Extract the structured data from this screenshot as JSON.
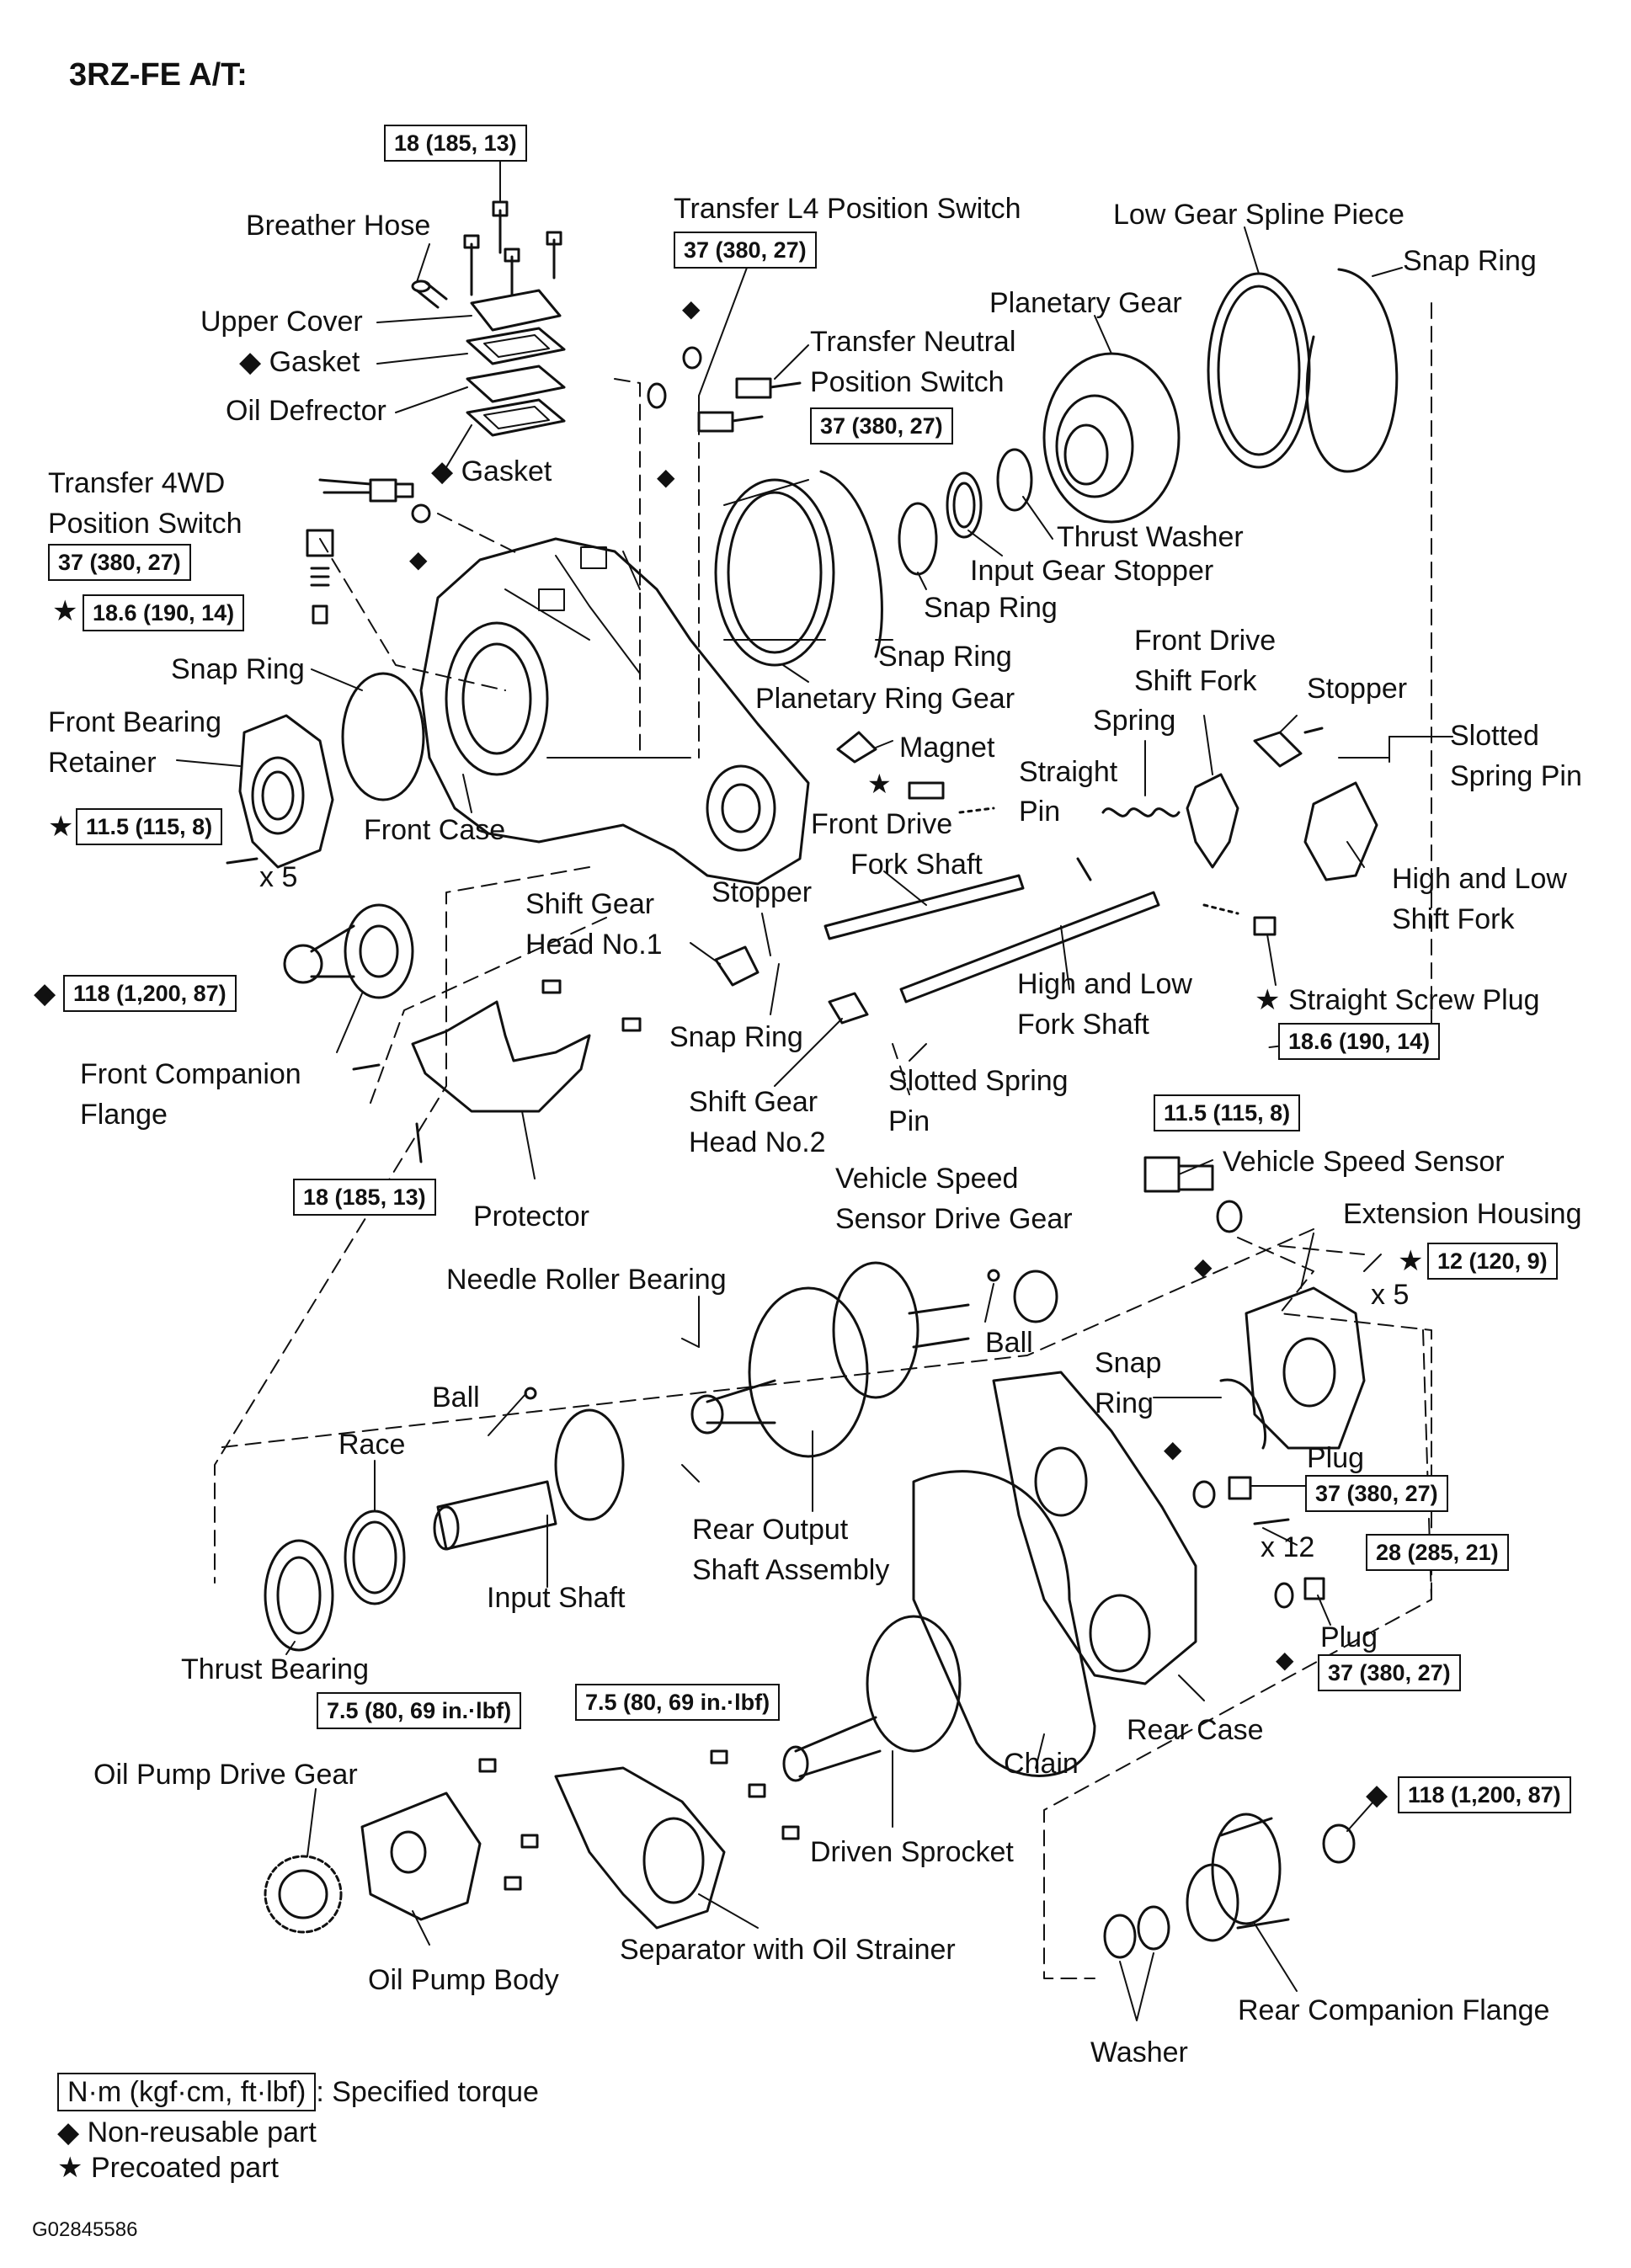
{
  "title": "3RZ-FE  A/T:",
  "figure_code": "G02845586",
  "symbols": {
    "nonreusable": "◆",
    "precoated": "★"
  },
  "labels": {
    "breather_hose": "Breather Hose",
    "upper_cover": "Upper Cover",
    "gasket_upper": "Gasket",
    "oil_defrector": "Oil Defrector",
    "gasket_lower": "Gasket",
    "transfer_l4": "Transfer L4 Position Switch",
    "transfer_neutral_1": "Transfer Neutral",
    "transfer_neutral_2": "Position Switch",
    "transfer_4wd_1": "Transfer 4WD",
    "transfer_4wd_2": "Position Switch",
    "low_gear_spline_piece": "Low Gear Spline Piece",
    "snap_ring_top": "Snap Ring",
    "planetary_gear": "Planetary Gear",
    "thrust_washer": "Thrust Washer",
    "input_gear_stopper": "Input Gear Stopper",
    "snap_ring_mid1": "Snap Ring",
    "snap_ring_mid2": "Snap Ring",
    "planetary_ring_gear": "Planetary Ring Gear",
    "snap_ring_left": "Snap Ring",
    "front_bearing_retainer_1": "Front Bearing",
    "front_bearing_retainer_2": "Retainer",
    "x5_left": "x 5",
    "front_case": "Front Case",
    "magnet": "Magnet",
    "front_drive_fork_shaft_1": "Front Drive",
    "front_drive_fork_shaft_2": "Fork Shaft",
    "spring": "Spring",
    "straight_pin_1": "Straight",
    "straight_pin_2": "Pin",
    "front_drive_shift_fork_1": "Front Drive",
    "front_drive_shift_fork_2": "Shift Fork",
    "stopper_right": "Stopper",
    "slotted_spring_pin_r1": "Slotted",
    "slotted_spring_pin_r2": "Spring Pin",
    "high_low_shift_fork_1": "High and Low",
    "high_low_shift_fork_2": "Shift Fork",
    "shift_gear_head_1_1": "Shift Gear",
    "shift_gear_head_1_2": "Head No.1",
    "stopper_mid": "Stopper",
    "snap_ring_fork": "Snap Ring",
    "high_low_fork_shaft_1": "High and Low",
    "high_low_fork_shaft_2": "Fork Shaft",
    "straight_screw_plug": "Straight Screw Plug",
    "front_companion_flange_1": "Front Companion",
    "front_companion_flange_2": "Flange",
    "shift_gear_head_2_1": "Shift Gear",
    "shift_gear_head_2_2": "Head No.2",
    "slotted_spring_pin_m1": "Slotted Spring",
    "slotted_spring_pin_m2": "Pin",
    "protector": "Protector",
    "vehicle_speed_sensor": "Vehicle Speed Sensor",
    "vss_drive_gear_1": "Vehicle Speed",
    "vss_drive_gear_2": "Sensor Drive Gear",
    "extension_housing": "Extension Housing",
    "x5_right": "x 5",
    "needle_roller_bearing": "Needle Roller Bearing",
    "ball_mid": "Ball",
    "ball_left": "Ball",
    "snap_ring_right_1": "Snap",
    "snap_ring_right_2": "Ring",
    "race": "Race",
    "plug_upper": "Plug",
    "x12": "x 12",
    "rear_output_1": "Rear Output",
    "rear_output_2": "Shaft Assembly",
    "input_shaft": "Input Shaft",
    "plug_lower": "Plug",
    "thrust_bearing": "Thrust Bearing",
    "rear_case": "Rear Case",
    "chain": "Chain",
    "oil_pump_drive_gear": "Oil Pump Drive Gear",
    "driven_sprocket": "Driven Sprocket",
    "separator": "Separator with Oil Strainer",
    "oil_pump_body": "Oil Pump Body",
    "rear_companion_flange": "Rear Companion Flange",
    "washer": "Washer"
  },
  "torque": {
    "t_upper_cover": "18 (185, 13)",
    "t_l4_switch": "37 (380, 27)",
    "t_neutral_switch": "37 (380, 27)",
    "t_4wd_switch": "37 (380, 27)",
    "t_plug_left": "18.6 (190, 14)",
    "t_retainer": "11.5 (115, 8)",
    "t_front_flange": "118 (1,200, 87)",
    "t_straight_plug": "18.6 (190, 14)",
    "t_protector": "18 (185, 13)",
    "t_vss": "11.5 (115, 8)",
    "t_extension": "12 (120, 9)",
    "t_plug_upper": "37 (380, 27)",
    "t_rear_case": "28 (285, 21)",
    "t_plug_lower": "37 (380, 27)",
    "t_oil_pump": "7.5 (80, 69 in.·lbf)",
    "t_separator": "7.5 (80, 69 in.·lbf)",
    "t_rear_flange": "118 (1,200, 87)"
  },
  "legend": {
    "torque_unit": "N·m (kgf·cm, ft·lbf)",
    "torque_desc": ": Specified torque",
    "nonreusable": "Non-reusable part",
    "precoated": "Precoated part"
  }
}
